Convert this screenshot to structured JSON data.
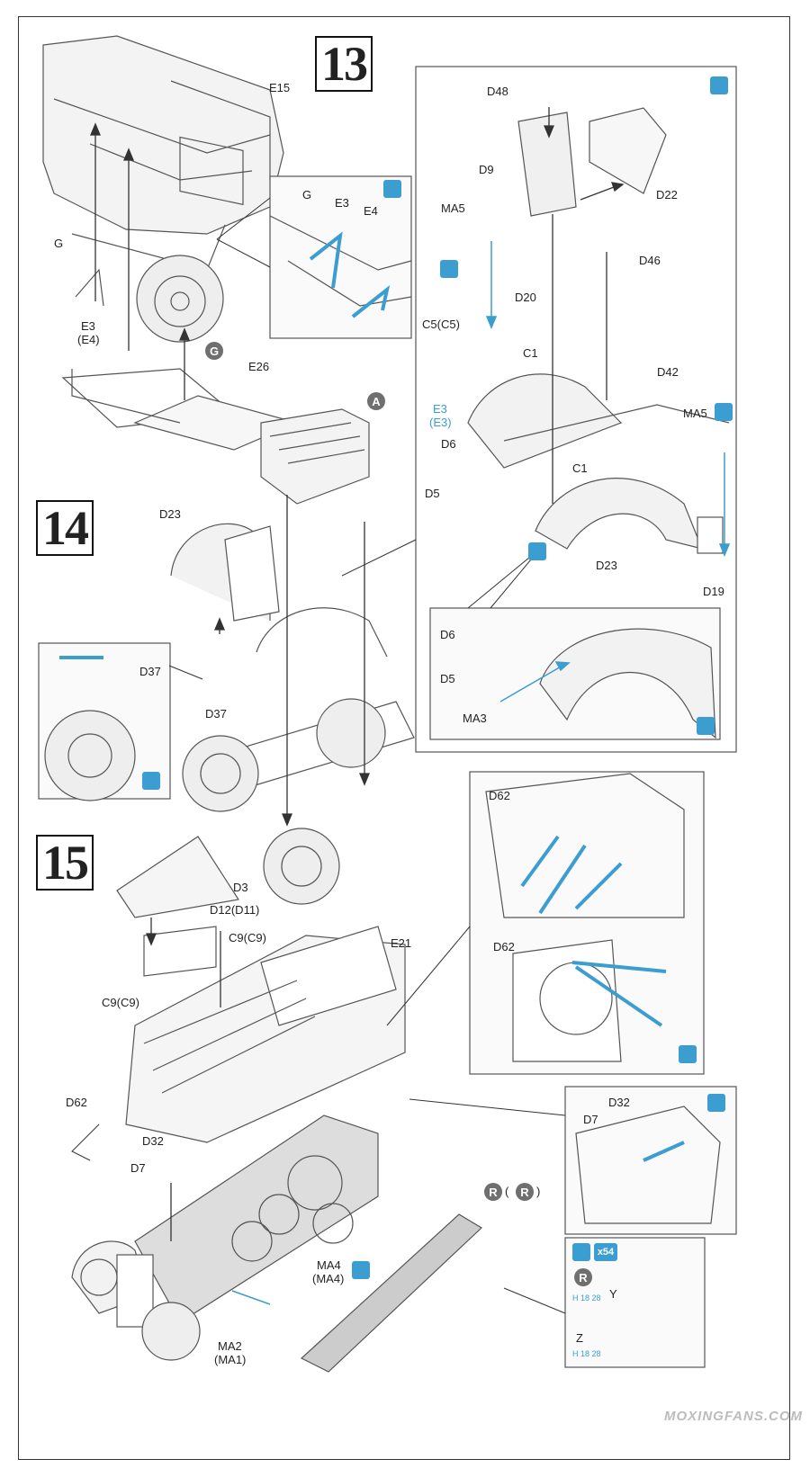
{
  "steps": {
    "s13": "13",
    "s14": "14",
    "s15": "15"
  },
  "labels": {
    "e15": "E15",
    "g_main": "G",
    "g_inset": "G",
    "e3_inset": "E3",
    "e4_inset": "E4",
    "e3_main": "E3",
    "e4_paren": "(E4)",
    "e26": "E26",
    "d48": "D48",
    "d9": "D9",
    "d22": "D22",
    "ma5_top": "MA5",
    "d46": "D46",
    "d20": "D20",
    "c5": "C5(C5)",
    "c1_top": "C1",
    "e3_blue": "E3",
    "e3_blue_paren": "(E3)",
    "d42": "D42",
    "ma5_right": "MA5",
    "d6": "D6",
    "d5": "D5",
    "c1_mid": "C1",
    "d23_right": "D23",
    "d19": "D19",
    "d23_left": "D23",
    "d37_inset": "D37",
    "d37_main": "D37",
    "d6_inset": "D6",
    "d5_inset": "D5",
    "ma3": "MA3",
    "d62_top": "D62",
    "d62_mid": "D62",
    "d3": "D3",
    "d12": "D12(D11)",
    "c9_top": "C9(C9)",
    "e21": "E21",
    "c9_left": "C9(C9)",
    "d62_left": "D62",
    "d32_main": "D32",
    "d7_main": "D7",
    "d32_inset": "D32",
    "d7_inset": "D7",
    "ma4": "MA4",
    "ma4_paren": "(MA4)",
    "ma2": "MA2",
    "ma1_paren": "(MA1)",
    "r_track": "R",
    "r_track_paren": "(R)",
    "x54": "x54",
    "y": "Y",
    "z": "Z",
    "h18_28_a": "H 18 28",
    "h18_28_b": "H 18 28"
  },
  "part_letters": {
    "g": "G",
    "a": "A",
    "r_track": "R",
    "r_track2": "R",
    "r_inset": "R"
  },
  "watermark": "MOXINGFANS.COM",
  "colors": {
    "accent": "#3b9dd0",
    "line": "#333333"
  }
}
